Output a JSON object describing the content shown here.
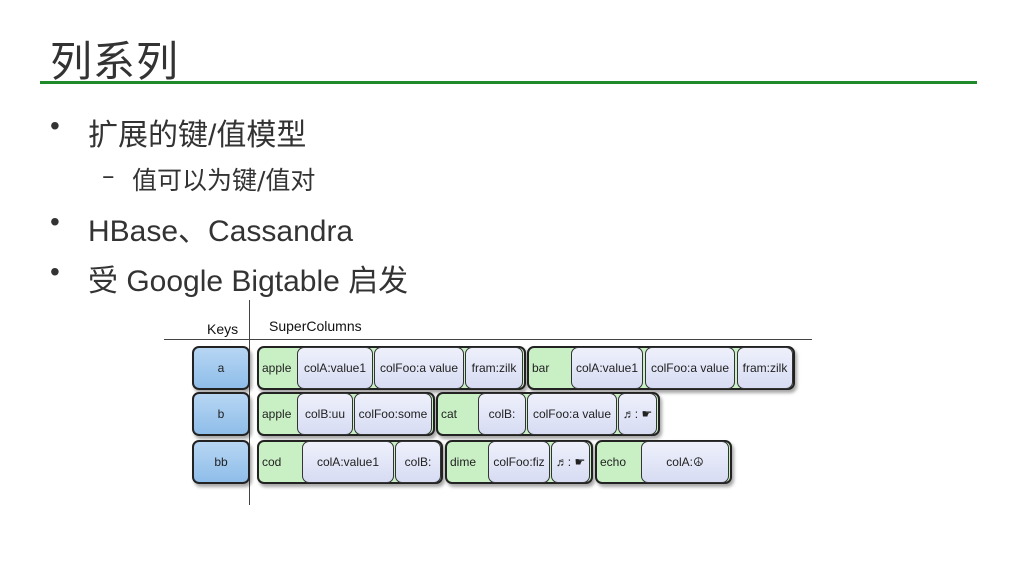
{
  "slide": {
    "title": "列系列",
    "bullets": [
      "扩展的键/值模型",
      "HBase、Cassandra",
      "受 Google Bigtable 启发"
    ],
    "sub_bullet": "值可以为键/值对",
    "bullet_symbol": "•",
    "dash_symbol": "–"
  },
  "diagram": {
    "keys_header": "Keys",
    "supercolumns_header": "SuperColumns",
    "rows": [
      {
        "key": "a",
        "groups": [
          {
            "name": "apple",
            "cells": [
              "colA:value1",
              "colFoo:a value",
              "fram:zilk"
            ]
          },
          {
            "name": "bar",
            "cells": [
              "colA:value1",
              "colFoo:a value",
              "fram:zilk"
            ]
          }
        ]
      },
      {
        "key": "b",
        "groups": [
          {
            "name": "apple",
            "cells": [
              "colB:uu",
              "colFoo:some"
            ]
          },
          {
            "name": "cat",
            "cells": [
              "colB:",
              "colFoo:a value",
              "♬: ☛"
            ]
          }
        ]
      },
      {
        "key": "bb",
        "groups": [
          {
            "name": "cod",
            "cells": [
              "colA:value1",
              "colB:"
            ]
          },
          {
            "name": "dime",
            "cells": [
              "colFoo:fiz",
              "♬: ☛"
            ]
          },
          {
            "name": "echo",
            "cells": [
              "colA:☮"
            ]
          }
        ]
      }
    ]
  },
  "colors": {
    "rule": "#1f8a2a",
    "key_fill": "#a7cbef",
    "group_fill": "#c9f0c4",
    "cell_fill": "#e2e6f7"
  }
}
